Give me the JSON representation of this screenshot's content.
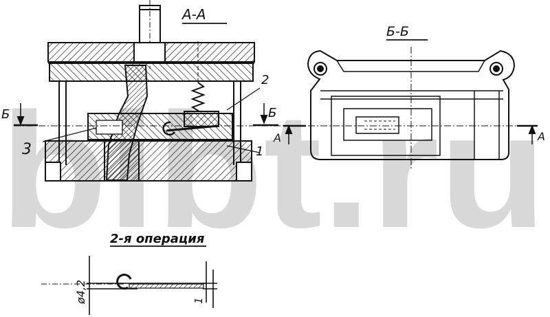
{
  "section_titles": {
    "aa": "А-А",
    "bb": "Б-Б"
  },
  "operation_caption": "2-я операция",
  "part_numbers": {
    "one": "1",
    "two": "2",
    "three": "3"
  },
  "section_marks": {
    "b": "Б",
    "a": "А"
  },
  "dimensions": {
    "diameter": "ø4,2",
    "thickness": "1"
  },
  "watermark": "bibt.ru",
  "colors": {
    "ink": "#111111",
    "watermark": "#b9b9b9",
    "paper": "#ffffff"
  }
}
